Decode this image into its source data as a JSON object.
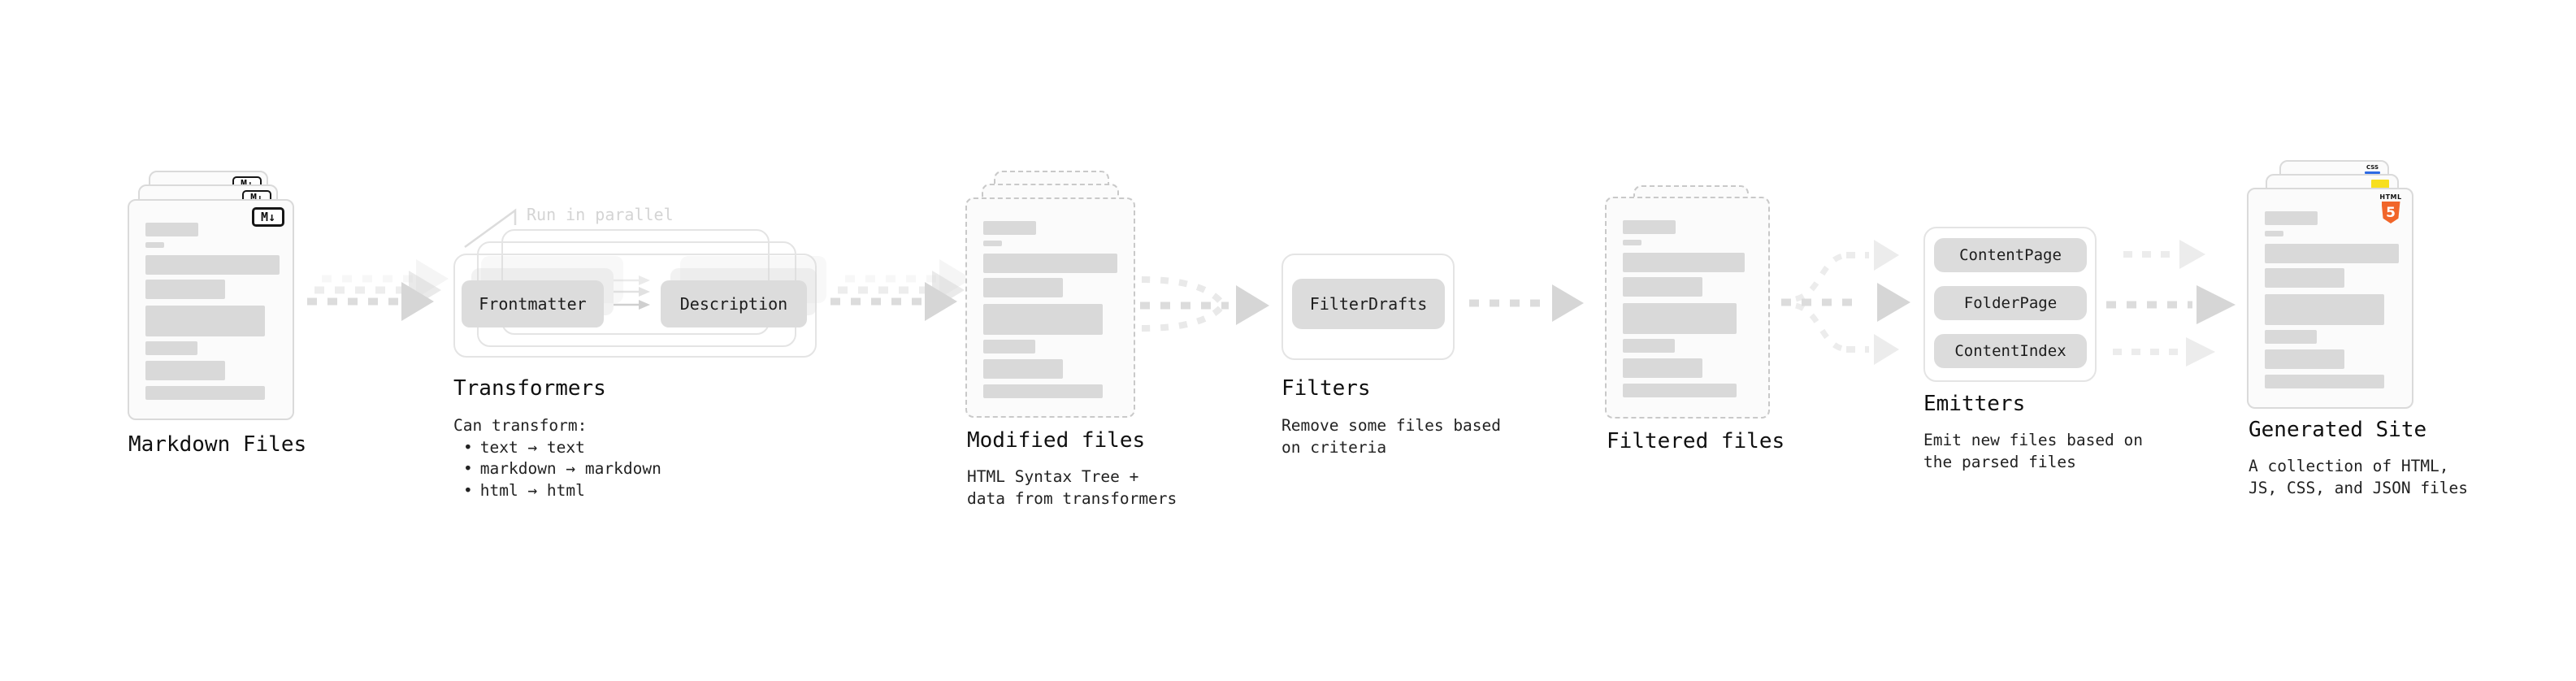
{
  "diagram_title": "static-site-generation-pipeline",
  "palette": {
    "html5_orange": "#f1662a",
    "js_yellow": "#f7df1e",
    "css_blue": "#2d6ae3",
    "placeholder_gray": "#d9d9d9",
    "chip_gray": "#dcdcdc",
    "arrow_gray": "#dcdcdc"
  },
  "nodes": {
    "markdown_files": {
      "label": "Markdown Files",
      "badge": "M↓"
    },
    "transformers": {
      "label": "Transformers",
      "note": "Run in parallel",
      "steps": [
        "Frontmatter",
        "Description"
      ],
      "subtitle": "Can transform:",
      "bullets": [
        "text → text",
        "markdown → markdown",
        "html → html"
      ]
    },
    "modified_files": {
      "label": "Modified files",
      "desc": [
        "HTML Syntax Tree +",
        "data from transformers"
      ]
    },
    "filters": {
      "label": "Filters",
      "steps": [
        "FilterDrafts"
      ],
      "desc": [
        "Remove some files based",
        "on criteria"
      ]
    },
    "filtered_files": {
      "label": "Filtered files"
    },
    "emitters": {
      "label": "Emitters",
      "steps": [
        "ContentPage",
        "FolderPage",
        "ContentIndex"
      ],
      "desc": [
        "Emit new files based on",
        "the parsed files"
      ]
    },
    "generated_site": {
      "label": "Generated Site",
      "desc": [
        "A collection of HTML,",
        "JS, CSS, and JSON files"
      ],
      "file_badges": {
        "html": "HTML",
        "html_number": "5",
        "css": "CSS"
      }
    }
  }
}
